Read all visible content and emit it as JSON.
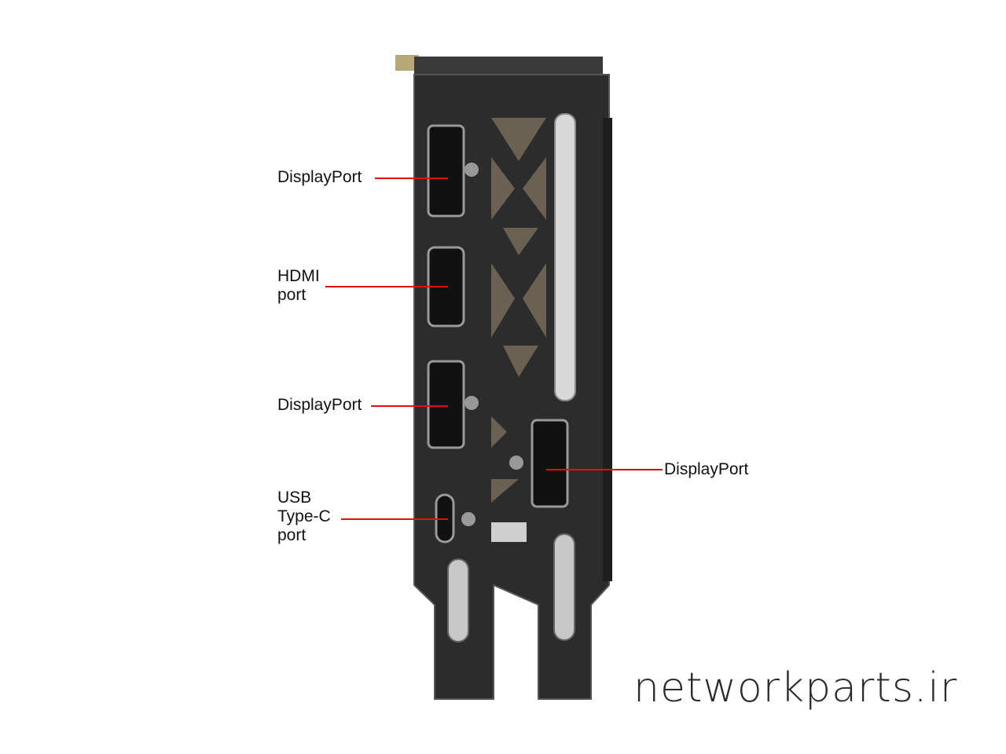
{
  "callouts": {
    "dp1": "DisplayPort",
    "hdmi": [
      "HDMI",
      "port"
    ],
    "dp2": "DisplayPort",
    "usbc": [
      "USB",
      "Type-C",
      "port"
    ],
    "dp3": "DisplayPort"
  },
  "watermark": "networkparts.ir",
  "colors": {
    "callout_line": "#e01010",
    "bracket": "#2b2b2b"
  }
}
